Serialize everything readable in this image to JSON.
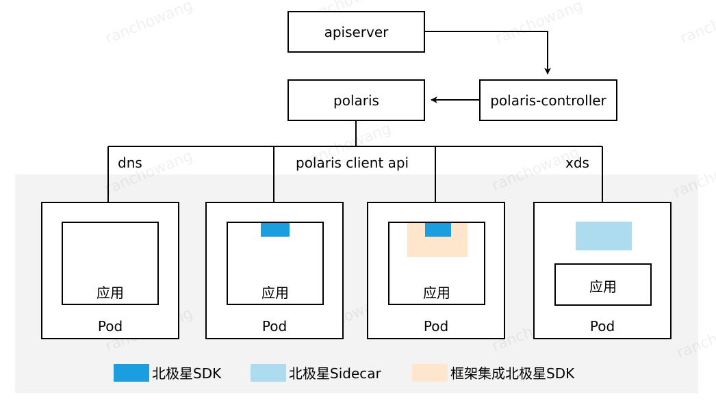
{
  "nodes": {
    "apiserver": "apiserver",
    "polaris": "polaris",
    "controller": "polaris-controller"
  },
  "edge_labels": {
    "dns": "dns",
    "client_api": "polaris client api",
    "xds": "xds"
  },
  "pods": [
    {
      "pod_label": "Pod",
      "app_label": "应用",
      "variant": "dns"
    },
    {
      "pod_label": "Pod",
      "app_label": "应用",
      "variant": "sdk"
    },
    {
      "pod_label": "Pod",
      "app_label": "应用",
      "variant": "framework-sdk"
    },
    {
      "pod_label": "Pod",
      "app_label": "应用",
      "variant": "sidecar"
    }
  ],
  "legend": [
    {
      "label": "北极星SDK",
      "color": "#1a9ee0"
    },
    {
      "label": "北极星Sidecar",
      "color": "#acdcee"
    },
    {
      "label": "框架集成北极星SDK",
      "color": "#fde6cc"
    }
  ],
  "watermark": "ranchowang",
  "colors": {
    "panel": "#f3f3f3",
    "sdk": "#1a9ee0",
    "sidecar": "#acdcee",
    "framework": "#fde6cc"
  }
}
